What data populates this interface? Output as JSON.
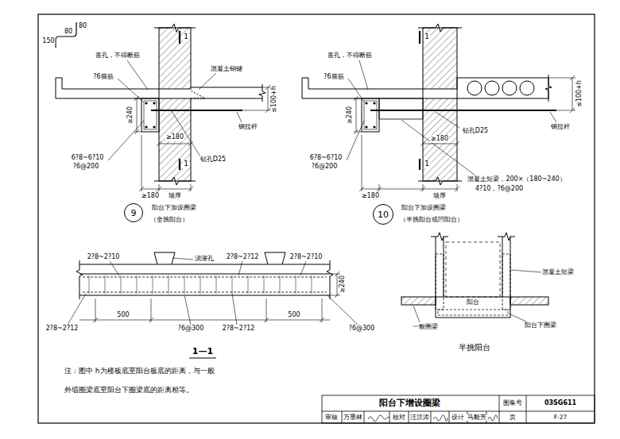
{
  "diagram": {
    "title": "阳台下增设圈梁",
    "nodes": [
      {
        "text": [
          "9"
        ]
      },
      {
        "text": [
          "10"
        ]
      }
    ],
    "labels": [
      "80",
      "80",
      "150",
      "1",
      "凿孔，不得断筋",
      "?6箍筋",
      "混凝土销键",
      "≥240",
      "≤100+h",
      "6?8~6?10",
      "?6@200",
      "≥180",
      "≥180",
      "钻孔D25",
      "钢拉杆",
      "1",
      "墙厚",
      "阳台下加设圈梁",
      "（全挑阳台）",
      "凿孔，不得断筋",
      "?6箍筋",
      "1",
      "≥240",
      "≤100+h",
      "6?8~6?10",
      "?6@200",
      "钻孔D25",
      "钢拉杆",
      "≥180",
      "1",
      "混凝土短梁，200×（180~240）",
      "4?10，?6@200",
      "≥180",
      "墙厚",
      "阳台下加设圈梁",
      "（半挑阳台或凹阳台）",
      "2?8~2?10",
      "浇灌孔",
      "2?8~2?12",
      "2?8~2?10",
      "≥240",
      "2?8~2?12",
      "500",
      "?6@300",
      "2?8~2?12",
      "500",
      "?6@300",
      "1—1",
      "混凝土短梁",
      "一般圈梁",
      "阳台",
      "阳台下圈梁",
      "半挑阳台",
      "注：图中 h为楼板底至阳台板底的距离，与一般 外墙圈梁底至阳台下圈梁底的距离相等。",
      "图集号",
      "03SG611",
      "审核",
      "万墨林",
      "校对",
      "汪洪涛",
      "设计",
      "马毅芳",
      "页",
      "F-27"
    ]
  }
}
